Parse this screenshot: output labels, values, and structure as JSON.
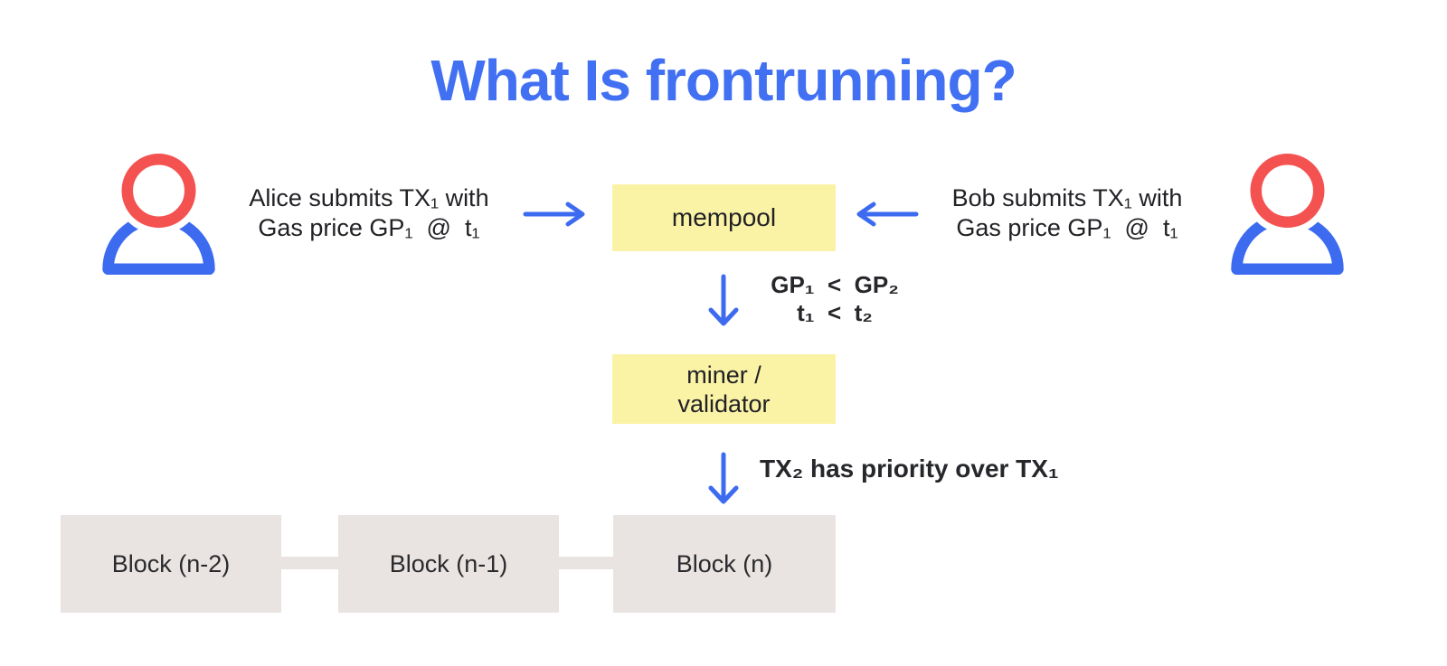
{
  "title": "What Is frontrunning?",
  "colors": {
    "blue": "#4170F2",
    "arrow-blue": "#3D6BF0",
    "red": "#F45251",
    "yellow": "#FAF3A6",
    "gray": "#E9E4E1",
    "text": "#212126",
    "bold-text": "#26272B"
  },
  "alice": {
    "line1": "Alice submits TX₁ with",
    "line2": "Gas price GP₁  @  t₁"
  },
  "bob": {
    "line1": "Bob submits TX₁ with",
    "line2": "Gas price GP₁  @  t₁"
  },
  "mempool": {
    "label": "mempool"
  },
  "comparison": {
    "line1": "GP₁  <  GP₂",
    "line2": "t₁  <  t₂"
  },
  "miner": {
    "line1": "miner /",
    "line2": "validator"
  },
  "priority_text": "TX₂ has priority over TX₁",
  "blocks": [
    {
      "label": "Block (n-2)"
    },
    {
      "label": "Block (n-1)"
    },
    {
      "label": "Block (n)"
    }
  ],
  "icons": {
    "person_left": "person-icon",
    "person_right": "person-icon",
    "arrow_right": "arrow-right-icon",
    "arrow_left": "arrow-left-icon",
    "arrow_down": "arrow-down-icon"
  }
}
